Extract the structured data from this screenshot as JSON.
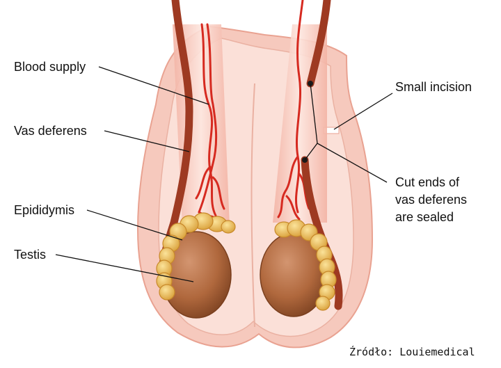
{
  "labels": {
    "blood_supply": "Blood supply",
    "vas_deferens": "Vas deferens",
    "epididymis": "Epididymis",
    "testis": "Testis",
    "small_incision": "Small incision",
    "cut_ends": [
      "Cut ends of",
      "vas deferens",
      "are sealed"
    ]
  },
  "source": "Źródło: Louiemedical",
  "colors": {
    "skin_outer": "#f6c9bd",
    "skin_inner": "#fbe0d8",
    "skin_outline": "#e9a291",
    "vas": "#9e3a22",
    "vessel": "#d62a20",
    "testis": "#b0683d",
    "epididymis": "#efc25c"
  }
}
